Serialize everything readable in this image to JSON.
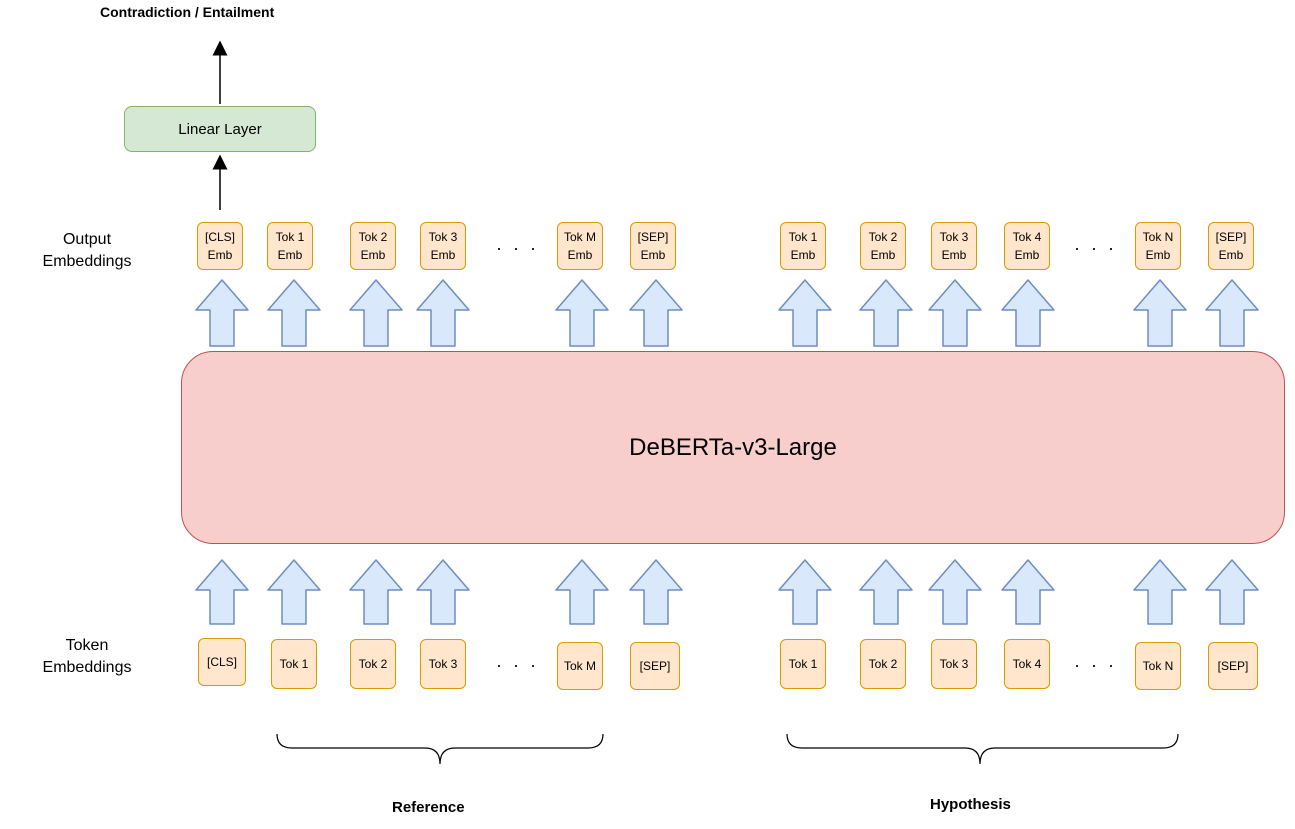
{
  "title": "Contradiction / Entailment",
  "linear_layer": "Linear Layer",
  "model": "DeBERTa-v3-Large",
  "side_labels": {
    "output": "Output\nEmbeddings",
    "token": "Token\nEmbeddings"
  },
  "output_tokens": {
    "reference": [
      "[CLS]\nEmb",
      "Tok 1\nEmb",
      "Tok 2\nEmb",
      "Tok 3\nEmb",
      "Tok M\nEmb",
      "[SEP]\nEmb"
    ],
    "hypothesis": [
      "Tok 1\nEmb",
      "Tok 2\nEmb",
      "Tok 3\nEmb",
      "Tok 4\nEmb",
      "Tok N\nEmb",
      "[SEP]\nEmb"
    ]
  },
  "input_tokens": {
    "reference": [
      "[CLS]",
      "Tok 1",
      "Tok 2",
      "Tok 3",
      "Tok M",
      "[SEP]"
    ],
    "hypothesis": [
      "Tok 1",
      "Tok 2",
      "Tok 3",
      "Tok 4",
      "Tok N",
      "[SEP]"
    ]
  },
  "ellipsis": "· · ·",
  "groups": {
    "reference": "Reference",
    "hypothesis": "Hypothesis"
  },
  "colors": {
    "linear_fill": "#d5e8d4",
    "linear_stroke": "#82b366",
    "model_fill": "#f8cecc",
    "model_stroke": "#b85450",
    "token_fill": "#ffe6cc",
    "token_stroke": "#d79b00",
    "arrow_fill": "#dae8fc",
    "arrow_stroke": "#6c8ebf"
  }
}
